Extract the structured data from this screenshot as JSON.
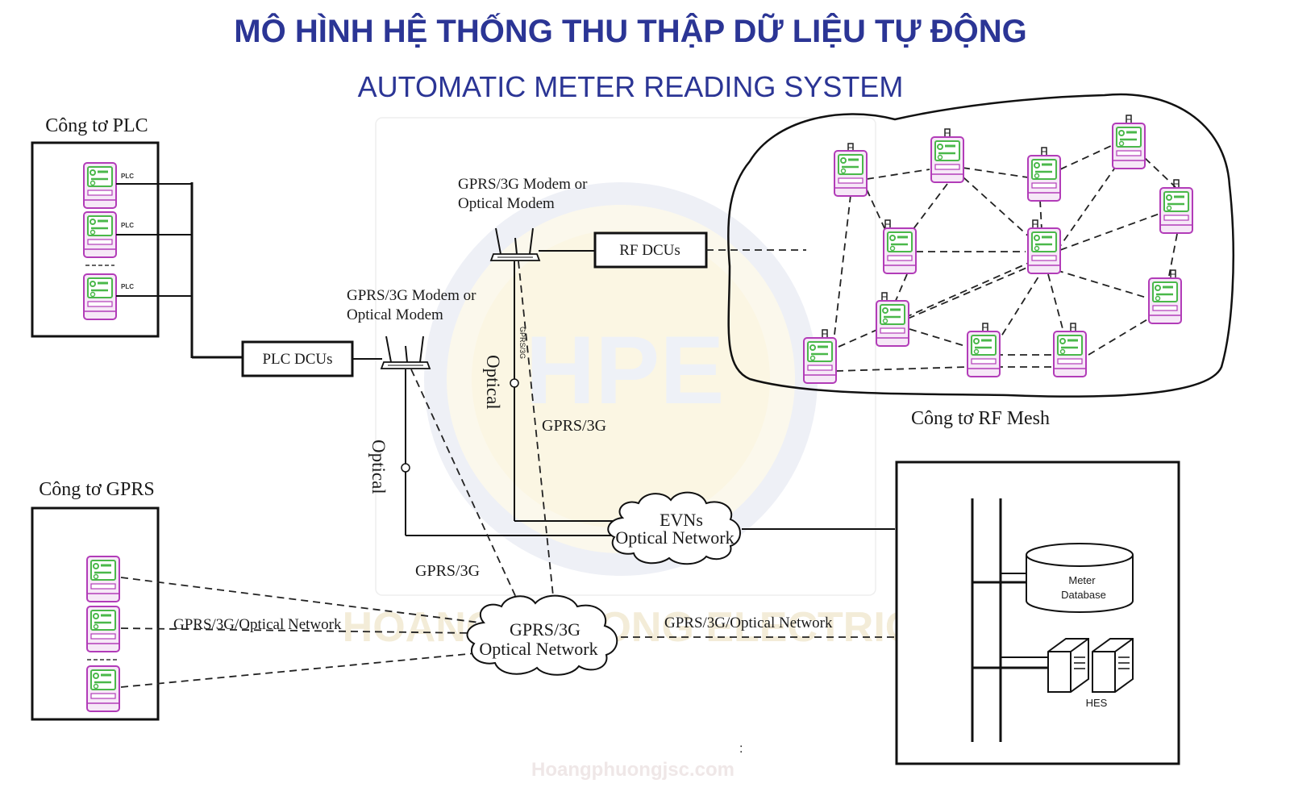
{
  "title": "MÔ HÌNH HỆ THỐNG THU THẬP DỮ LIỆU TỰ ĐỘNG",
  "subtitle": "AUTOMATIC METER READING SYSTEM",
  "watermark": {
    "logo": "HPE",
    "company": "HOANG PHUONG ELECTRIC",
    "site": "Hoangphuongjsc.com"
  },
  "plc_group": {
    "label": "Công tơ PLC",
    "meter_tag": "PLC"
  },
  "gprs_group": {
    "label": "Công tơ GPRS"
  },
  "rf_group": {
    "label": "Công tơ RF Mesh"
  },
  "nodes": {
    "plc_dcu": "PLC DCUs",
    "rf_dcu": "RF DCUs",
    "modem_1": "GPRS/3G Modem or Optical Modem",
    "modem_2": "GPRS/3G Modem or Optical Modem",
    "evn_cloud": [
      "EVNs",
      "Optical Network"
    ],
    "gprs_cloud": [
      "GPRS/3G",
      "Optical Network"
    ]
  },
  "links": {
    "optical_1": "Optical",
    "optical_2": "Optical",
    "gprs3g_1": "GPRS/3G",
    "gprs3g_2": "GPRS/3G",
    "gprs3g_small": "GPRS/3G",
    "net_left": "GPRS/3G/Optical Network",
    "net_right": "GPRS/3G/Optical Network"
  },
  "server": {
    "database": [
      "Meter",
      "Database"
    ],
    "hes": "HES"
  },
  "footnote": ":",
  "colors": {
    "title": "#2b3595",
    "meter_border": "#b23cb8",
    "meter_screen": "#4ab84a",
    "meter_fill": "#f6e8f7"
  }
}
